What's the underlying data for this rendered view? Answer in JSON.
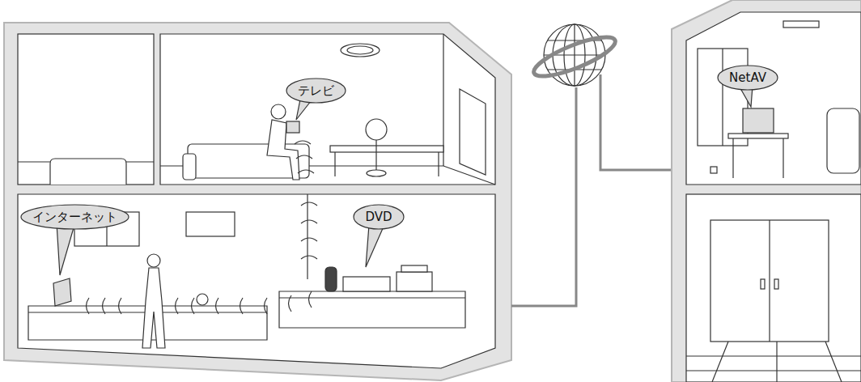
{
  "diagram": {
    "nodes": [
      {
        "text": [
          "テレビ"
        ]
      },
      {
        "text": [
          "インターネット"
        ]
      },
      {
        "text": [
          "DVD"
        ]
      },
      {
        "text": [
          "NetAV"
        ]
      }
    ]
  }
}
